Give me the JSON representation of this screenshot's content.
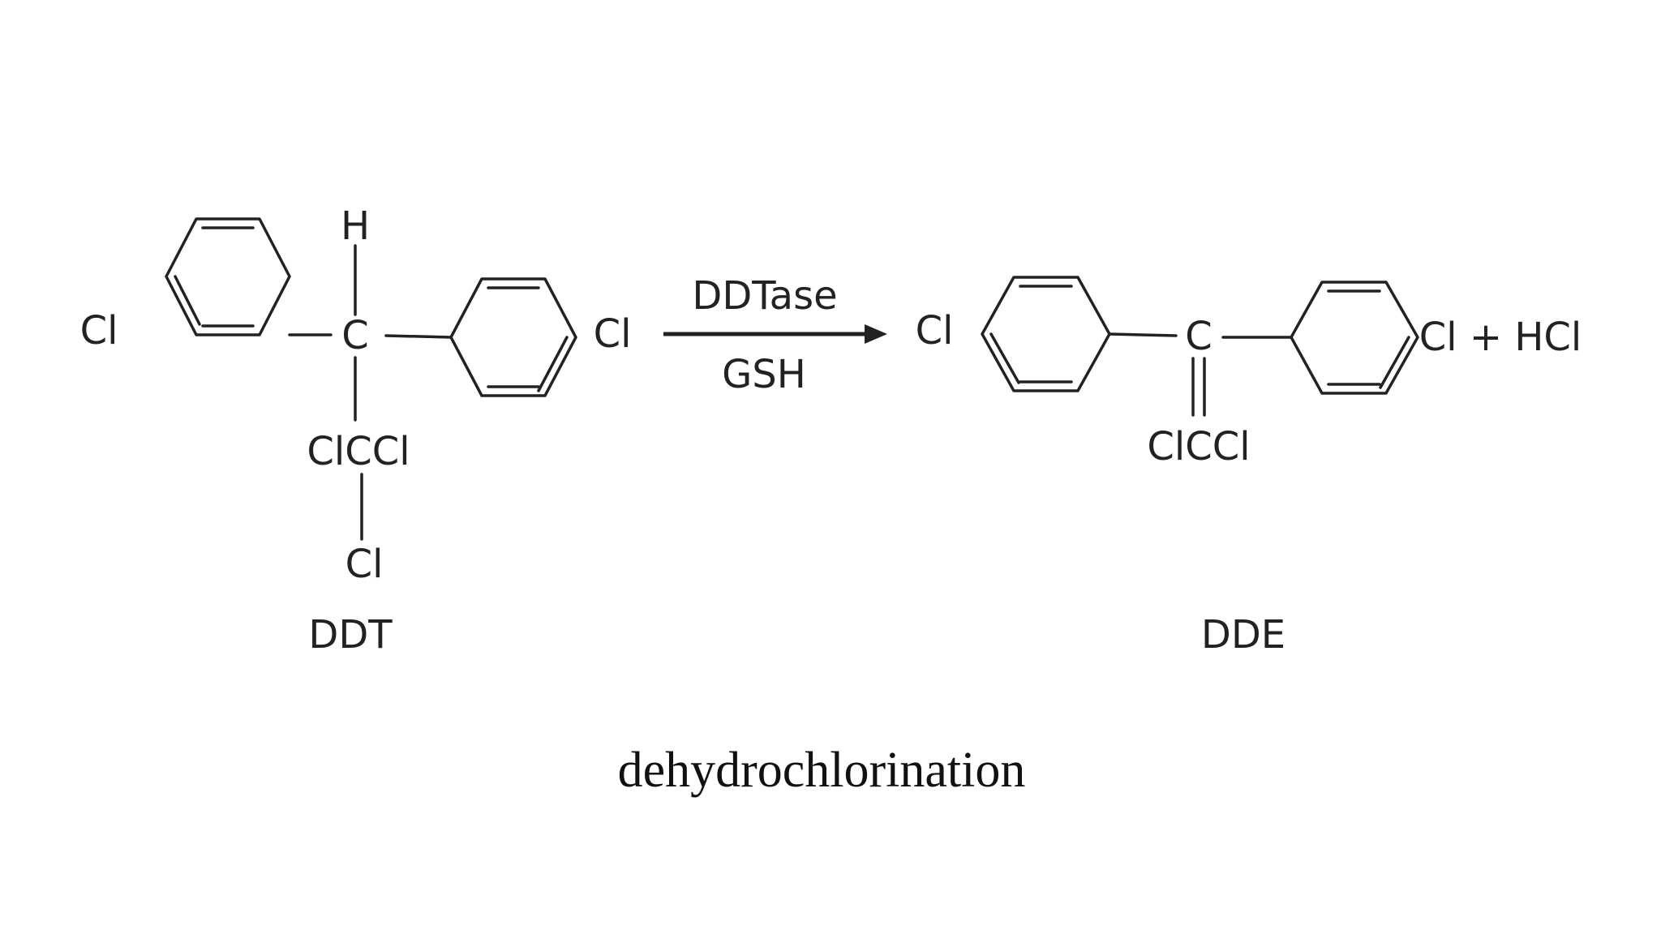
{
  "ddt": {
    "h": "H",
    "c": "C",
    "cl_left": "Cl",
    "cl_right": "Cl",
    "clccl": "ClCCl",
    "cl_bottom": "Cl",
    "name": "DDT"
  },
  "arrow": {
    "enzyme": "DDTase",
    "cofactor": "GSH"
  },
  "dde": {
    "c": "C",
    "cl_left": "Cl",
    "clccl": "ClCCl",
    "cl_plus_hcl": "Cl + HCl",
    "name": "DDE"
  },
  "caption": "dehydrochlorination"
}
